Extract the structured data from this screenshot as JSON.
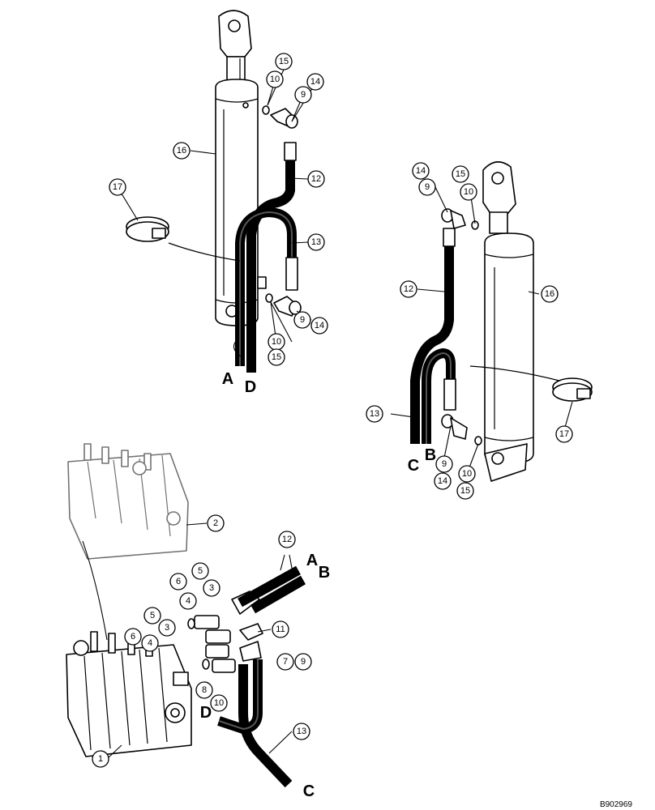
{
  "callouts": [
    "1",
    "2",
    "3",
    "4",
    "5",
    "6",
    "7",
    "8",
    "9",
    "10",
    "11",
    "12",
    "13",
    "14",
    "15",
    "16",
    "17"
  ],
  "hose_letters": [
    "A",
    "B",
    "C",
    "D"
  ],
  "drawing_code": "B902969"
}
